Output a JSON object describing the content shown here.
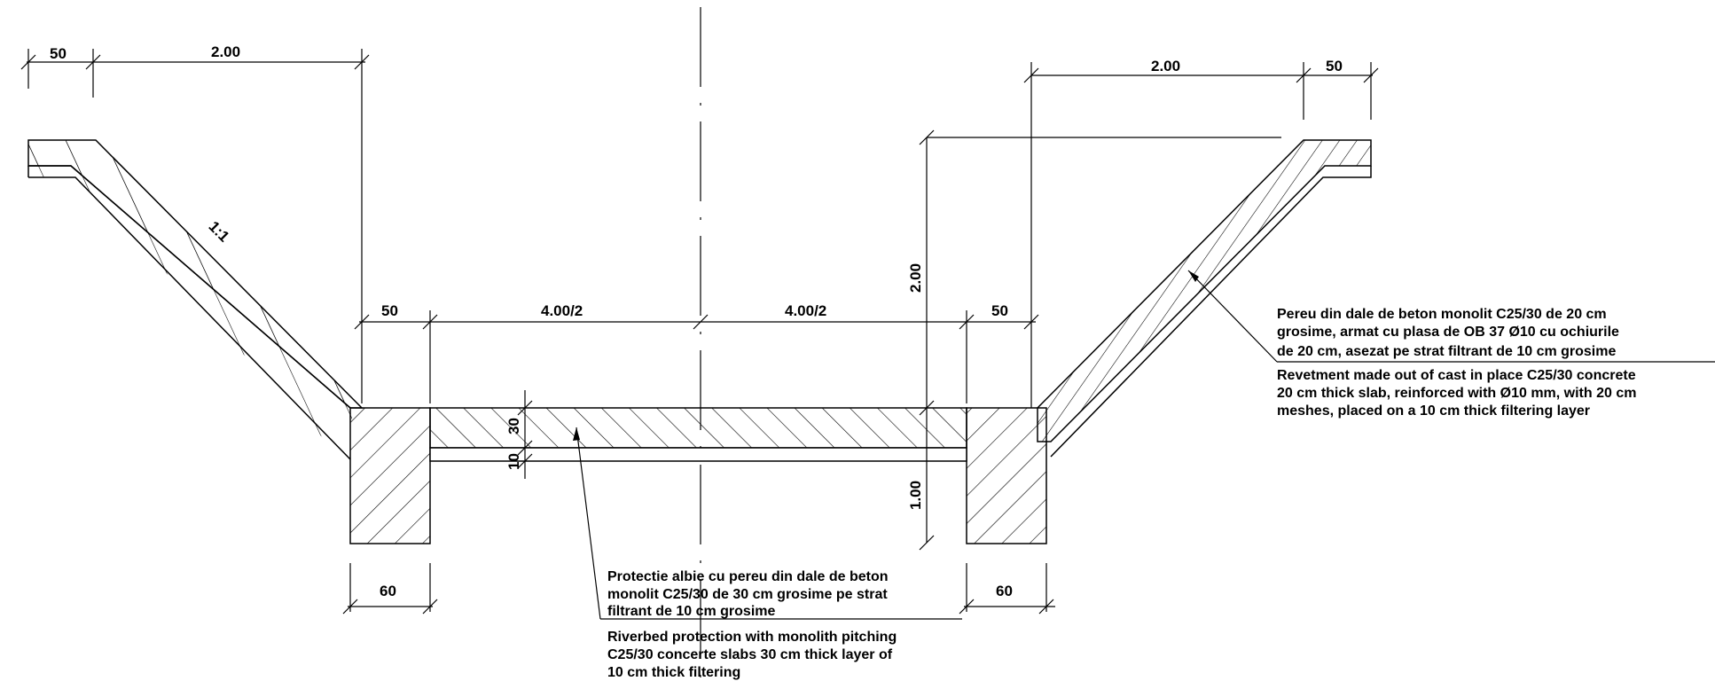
{
  "dimensions": {
    "left_offset": "50",
    "left_width": "2.00",
    "right_width": "2.00",
    "right_offset": "50",
    "slope": "1:1",
    "inner_left": "50",
    "half_left": "4.00/2",
    "half_right": "4.00/2",
    "inner_right": "50",
    "slope_height": "2.00",
    "footing_height": "1.00",
    "slab_thickness": "30",
    "filter_thickness": "10",
    "footing_left": "60",
    "footing_right": "60"
  },
  "notes": {
    "revetment_ro": [
      "Pereu din dale de beton monolit C25/30 de 20 cm",
      "grosime, armat cu plasa de OB 37 Ø10 cu ochiurile",
      "de 20 cm, asezat pe strat filtrant de 10 cm grosime"
    ],
    "revetment_en": [
      "Revetment made out of cast in place C25/30 concrete",
      "20 cm thick slab, reinforced with Ø10 mm, with 20 cm",
      "meshes, placed on a 10 cm thick filtering layer"
    ],
    "riverbed_ro": [
      "Protectie albie cu pereu din dale de beton",
      "monolit C25/30 de 30 cm grosime pe strat",
      "filtrant de 10 cm grosime"
    ],
    "riverbed_en": [
      "Riverbed protection with monolith pitching",
      "C25/30 concerte slabs 30 cm thick layer of",
      "10 cm thick filtering"
    ]
  }
}
